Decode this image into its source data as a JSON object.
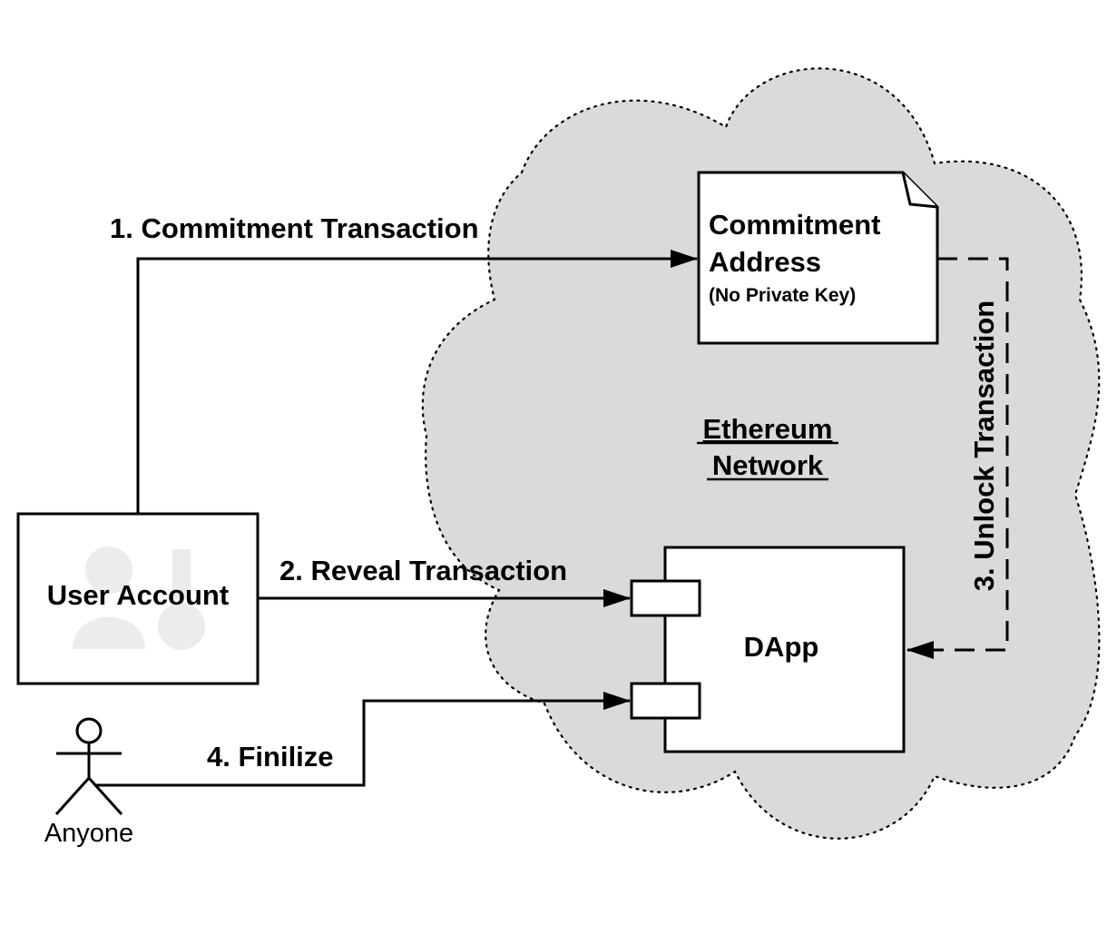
{
  "colors": {
    "cloud_fill": "#dadada",
    "stroke": "#000000",
    "box_fill": "#ffffff",
    "watermark": "#ececec"
  },
  "cloud": {
    "title_line1": "Ethereum",
    "title_line2": "Network"
  },
  "commitment_address": {
    "line1": "Commitment",
    "line2": "Address",
    "note": "(No Private Key)"
  },
  "user_account": {
    "label": "User Account",
    "watermark_icon": "user-key-icon"
  },
  "dapp": {
    "label": "DApp"
  },
  "actor": {
    "label": "Anyone",
    "icon": "stick-figure-icon"
  },
  "edges": {
    "commitment": "1. Commitment Transaction",
    "reveal": "2. Reveal Transaction",
    "unlock": "3. Unlock Transaction",
    "finalize": "4. Finilize"
  }
}
